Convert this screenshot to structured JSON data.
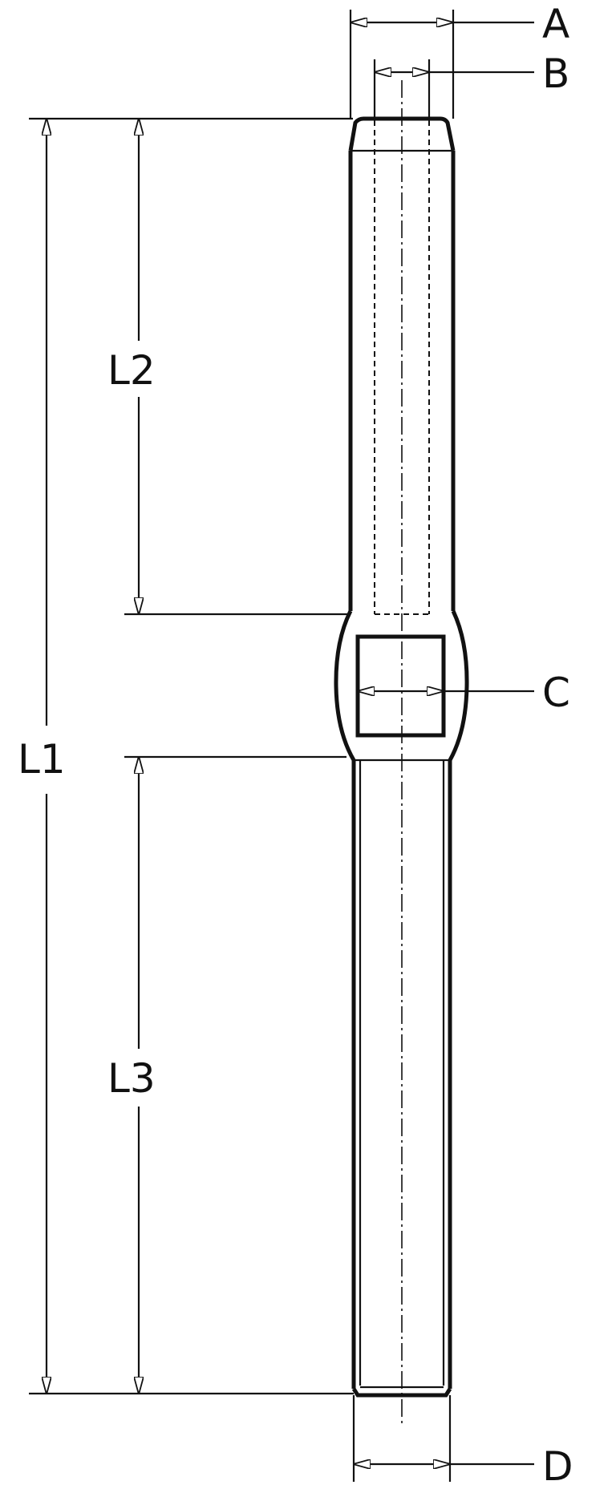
{
  "labels": {
    "a": "A",
    "b": "B",
    "c": "C",
    "d": "D",
    "l1": "L1",
    "l2": "L2",
    "l3": "L3"
  }
}
